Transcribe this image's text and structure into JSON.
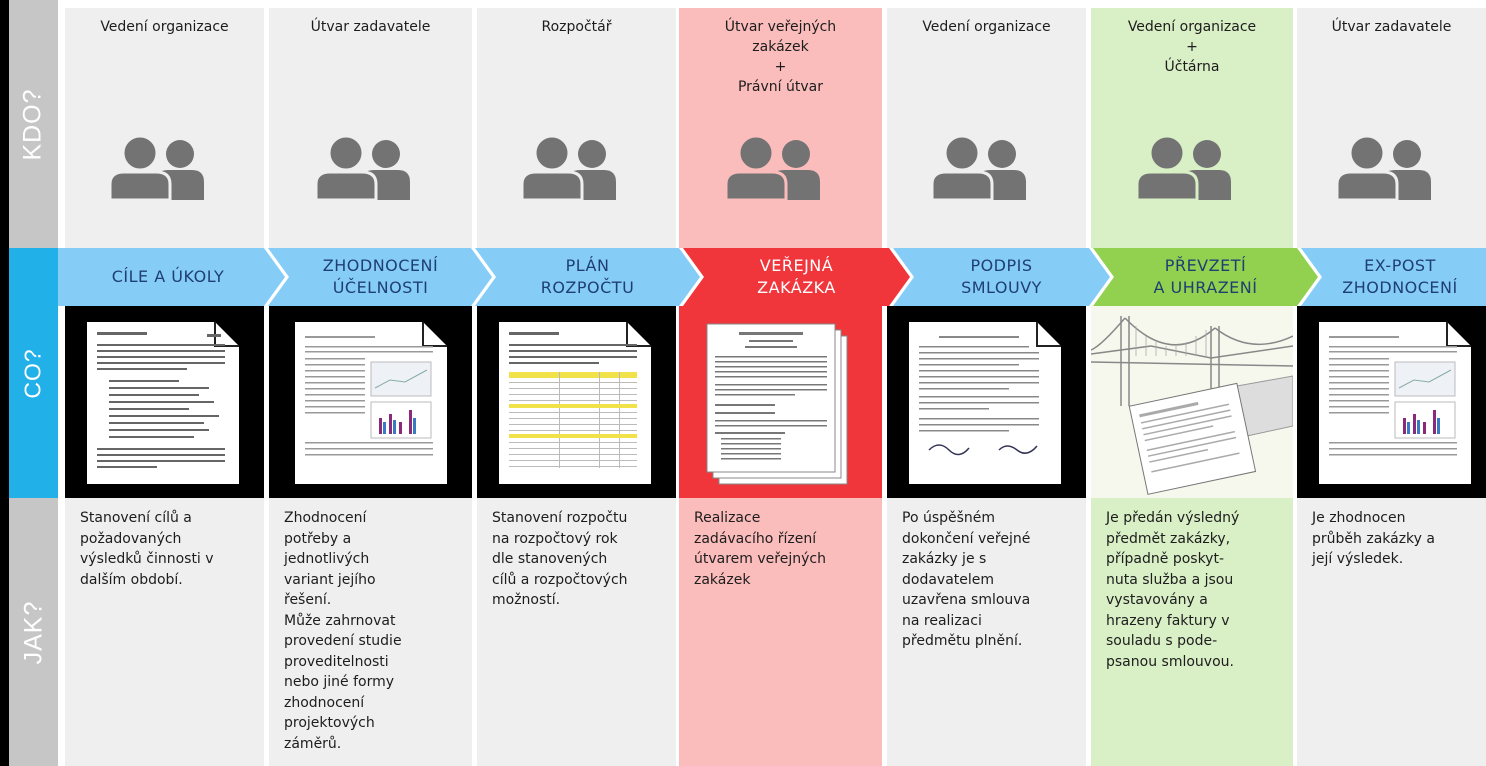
{
  "rows": {
    "who": "KDO?",
    "what": "CO?",
    "how": "JAK?"
  },
  "columns": [
    {
      "who": "Vedení organizace",
      "step": "CÍLE A ÚKOLY",
      "how": "Stanovení cílů a\npožadovaných\nvýsledků činnosti v\ndalším období.",
      "doc_icon": "document-icon"
    },
    {
      "who": "Útvar zadavatele",
      "step": "ZHODNOCENÍ\nÚČELNOSTI",
      "how": "Zhodnocení\npotřeby a\njednotlivých\nvariant jejího\nřešení.\nMůže zahrnovat\nprovedení studie\nproveditelnosti\nnebo jiné formy\nzhodnocení\nprojektových\nzáměrů.",
      "doc_icon": "report-document-icon"
    },
    {
      "who": "Rozpočtář",
      "step": "PLÁN\nROZPOČTU",
      "how": "Stanovení rozpočtu\nna rozpočtový rok\ndle stanovených\ncílů a rozpočtových\nmožností.",
      "doc_icon": "budget-table-document-icon"
    },
    {
      "who": "Útvar veřejných\nzakázek\n+\nPrávní útvar",
      "step": "VEŘEJNÁ\nZAKÁZKA",
      "how": "Realizace\nzadávacího řízení\nútvarem veřejných\nzakázek",
      "doc_icon": "tender-documents-stack-icon"
    },
    {
      "who": "Vedení organizace",
      "step": "PODPIS\nSMLOUVY",
      "how": "Po úspěšném\ndokončení veřejné\nzakázky je s\ndodavatelem\nuzavřena smlouva\nna realizaci\npředmětu plnění.",
      "doc_icon": "signed-contract-icon"
    },
    {
      "who": "Vedení organizace\n+\nÚčtárna",
      "step": "PŘEVZETÍ\nA UHRAZENÍ",
      "how": "Je předán výsledný\npředmět zakázky,\npřípadně poskyt-\nnuta služba a jsou\nvystavovány a\nhrazeny faktury v\nsouladu s pode-\npsanou smlouvou.",
      "doc_icon": "bridge-invoice-icon"
    },
    {
      "who": "Útvar zadavatele",
      "step": "EX-POST\nZHODNOCENÍ",
      "how": "Je zhodnocen\nprůběh zakázky a\njejí výsledek.",
      "doc_icon": "evaluation-report-icon"
    }
  ],
  "colors": {
    "cell_bg": "#efefef",
    "highlight_red_bg": "#fbbcbc",
    "highlight_green_bg": "#d9efc6",
    "arrow_blue": "#85cdf6",
    "arrow_red": "#f0353b",
    "arrow_green": "#92d050",
    "side_gray": "#c6c6c6",
    "side_blue": "#22b0e8",
    "person_icon": "#737373"
  },
  "icons": {
    "who": "two-persons-icon"
  }
}
